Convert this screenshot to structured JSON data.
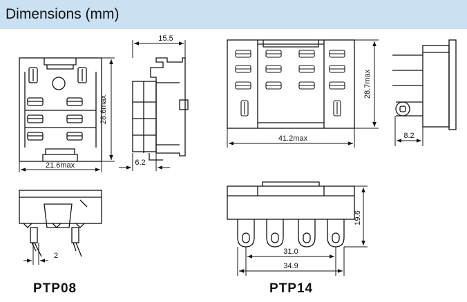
{
  "header": {
    "title": "Dimensions (mm)",
    "background": "#c9e1f3"
  },
  "ptp08": {
    "label": "PTP08",
    "dims": {
      "width": "21.6max",
      "height": "28.6max",
      "depth": "15.5",
      "base": "6.2",
      "pin": "2"
    }
  },
  "ptp14": {
    "label": "PTP14",
    "dims": {
      "width": "41.2max",
      "height": "28.7max",
      "side": "8.2",
      "front_height": "19.6",
      "span_inner": "31.0",
      "span_outer": "34.9"
    }
  }
}
